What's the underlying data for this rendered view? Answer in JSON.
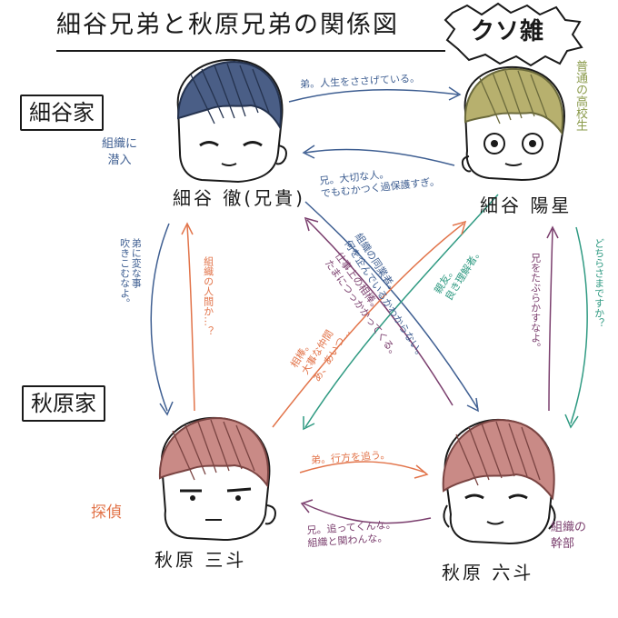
{
  "title": "細谷兄弟と秋原兄弟の関係図",
  "stamp": "クソ雑",
  "families": {
    "hosoya": "細谷家",
    "akihara": "秋原家"
  },
  "characters": {
    "toru": {
      "name": "細谷 徹(兄貴)",
      "note": [
        "組織に",
        "潜入"
      ]
    },
    "haruki": {
      "name": "細谷 陽星",
      "note": [
        "普通の",
        "高校生"
      ]
    },
    "mito": {
      "name": "秋原 三斗",
      "note": "探偵"
    },
    "rikuto": {
      "name": "秋原 六斗",
      "note": [
        "組織の",
        "幹部"
      ]
    }
  },
  "relations": {
    "toru_to_haruki": "弟。人生をささげている。",
    "haruki_to_toru": [
      "兄。大切な人。",
      "でもむかつく過保護すぎ。"
    ],
    "mito_to_rikuto": "弟。行方を追う。",
    "rikuto_to_mito": [
      "兄。追ってくんな。",
      "組織と関わんな。"
    ],
    "toru_to_mito": [
      "弟に変な事",
      "吹きこむなよ。"
    ],
    "mito_to_toru": [
      "組織の人間か…？"
    ],
    "toru_to_rikuto": [
      "組織の同業者。",
      "何を企んでいるかわからない。"
    ],
    "rikuto_to_toru": [
      "仕事上の相棒。",
      "たまにつっかかってくる。"
    ],
    "haruki_to_mito": [
      "親友。",
      "良き理解者。"
    ],
    "mito_to_haruki": [
      "相棒。",
      "大事な仲間",
      "あ、あいつ…"
    ],
    "haruki_to_rikuto": [
      "どちらさまですか？"
    ],
    "rikuto_to_haruki": [
      "兄をたぶらかすなよ。"
    ]
  },
  "colors": {
    "ink": "#1a1a1a",
    "blue": "#3f5f92",
    "green": "#2f9a82",
    "orange": "#e2744a",
    "purple": "#7b3f6e",
    "olive": "#8a9a4a"
  }
}
